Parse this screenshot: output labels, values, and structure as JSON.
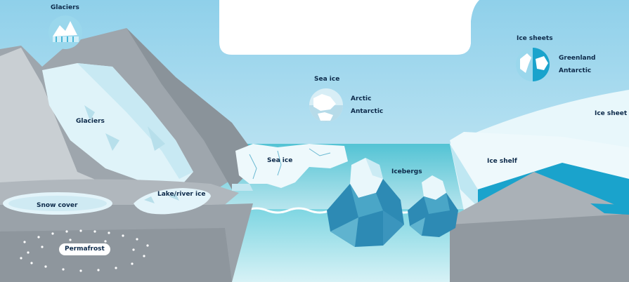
{
  "labels": {
    "glaciers_legend": "Glaciers",
    "glaciers": "Glaciers",
    "sea_ice_legend": "Sea ice",
    "arctic": "Arctic",
    "antarctic_sea": "Antarctic",
    "ice_sheets_legend": "Ice sheets",
    "greenland": "Greenland",
    "antarctic_sheet": "Antarctic",
    "ice_sheet": "Ice sheet",
    "sea_ice": "Sea ice",
    "icebergs": "Icebergs",
    "ice_shelf": "Ice shelf",
    "snow_cover": "Snow cover",
    "lake_river_ice": "Lake/river ice",
    "permafrost": "Permafrost"
  },
  "colors": {
    "sky_top": "#8fd0ea",
    "sky_bottom": "#d9f0f8",
    "water": "#5cc6d6",
    "rock": "#9ea6ad",
    "ice": "#e6f6fb",
    "ice_blue": "#19a7cf",
    "label_text": "#0d2a4a"
  },
  "icons": [
    "glacier-icon",
    "sea-ice-globe-icon",
    "ice-sheet-globe-icon"
  ]
}
